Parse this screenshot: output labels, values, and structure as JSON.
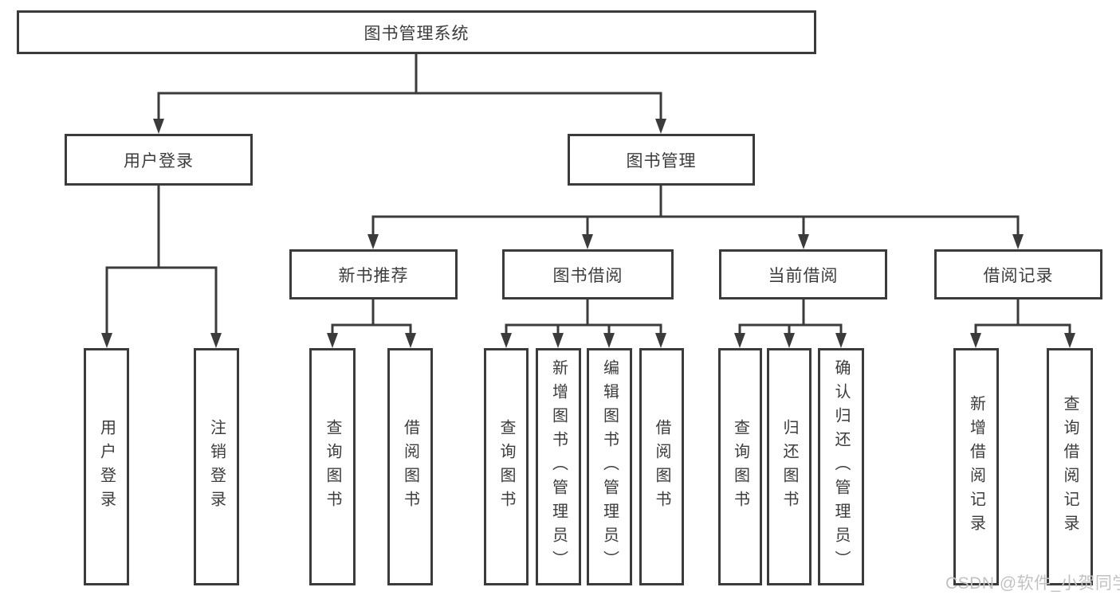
{
  "colors": {
    "line": "#3b3b3b",
    "box_border": "#3b3b3b",
    "text": "#3c3c3c",
    "watermark": "#c2c2c2",
    "background": "#ffffff"
  },
  "tree": {
    "label": "图书管理系统",
    "children": [
      {
        "label": "用户登录",
        "children": [
          {
            "label": "用户登录"
          },
          {
            "label": "注销登录"
          }
        ]
      },
      {
        "label": "图书管理",
        "children": [
          {
            "label": "新书推荐",
            "children": [
              {
                "label": "查询图书"
              },
              {
                "label": "借阅图书"
              }
            ]
          },
          {
            "label": "图书借阅",
            "children": [
              {
                "label": "查询图书"
              },
              {
                "label": "新增图书（管理员）"
              },
              {
                "label": "编辑图书（管理员）"
              },
              {
                "label": "借阅图书"
              }
            ]
          },
          {
            "label": "当前借阅",
            "children": [
              {
                "label": "查询图书"
              },
              {
                "label": "归还图书"
              },
              {
                "label": "确认归还（管理员）"
              }
            ]
          },
          {
            "label": "借阅记录",
            "children": [
              {
                "label": "新增借阅记录"
              },
              {
                "label": "查询借阅记录"
              }
            ]
          }
        ]
      }
    ]
  },
  "watermark": {
    "text": "CSDN @软件_小贺同学"
  }
}
